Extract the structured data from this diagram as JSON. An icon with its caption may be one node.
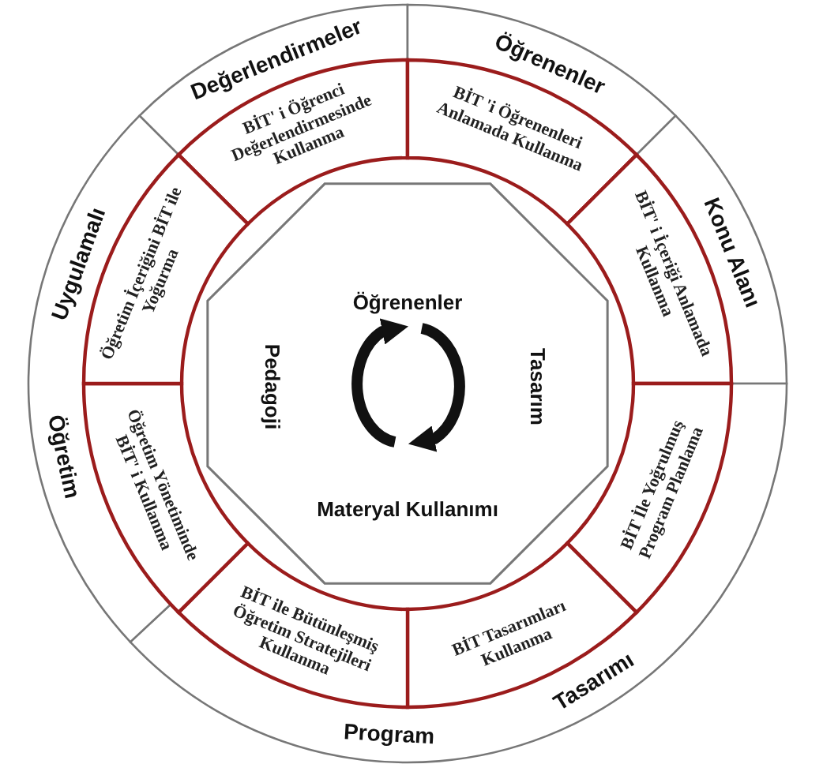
{
  "diagram": {
    "nodes": [
      {
        "text": [
          "Değerlendirmeler"
        ]
      },
      {
        "text": [
          "Öğrenenler"
        ]
      },
      {
        "text": [
          "Konu Alanı"
        ]
      },
      {
        "text": [
          "Tasarımı",
          "Program"
        ]
      },
      {
        "text": [
          "Öğretim",
          "Uygulamalı"
        ]
      },
      {
        "text": [
          "BİT' i Öğrenci Değerlendirmesinde Kullanma"
        ]
      },
      {
        "text": [
          "BİT 'i Öğrenenleri Anlamada Kullanma"
        ]
      },
      {
        "text": [
          "BİT' i İçeriği Anlamada Kullanma"
        ]
      },
      {
        "text": [
          "BİT İle Yoğrulmuş Program Planlama"
        ]
      },
      {
        "text": [
          "BİT Tasarımları Kullanma"
        ]
      },
      {
        "text": [
          "BİT ile Bütünleşmiş Öğretim Stratejileri Kullanma"
        ]
      },
      {
        "text": [
          "Öğretim Yönetiminde BİT' i Kullanma"
        ]
      },
      {
        "text": [
          "Öğretim İçeriğini BİT ile Yoğurma"
        ]
      },
      {
        "text": [
          "Öğrenenler",
          "Pedagoji",
          "Tasarım",
          "Materyal Kullanımı"
        ]
      }
    ],
    "edges": []
  }
}
